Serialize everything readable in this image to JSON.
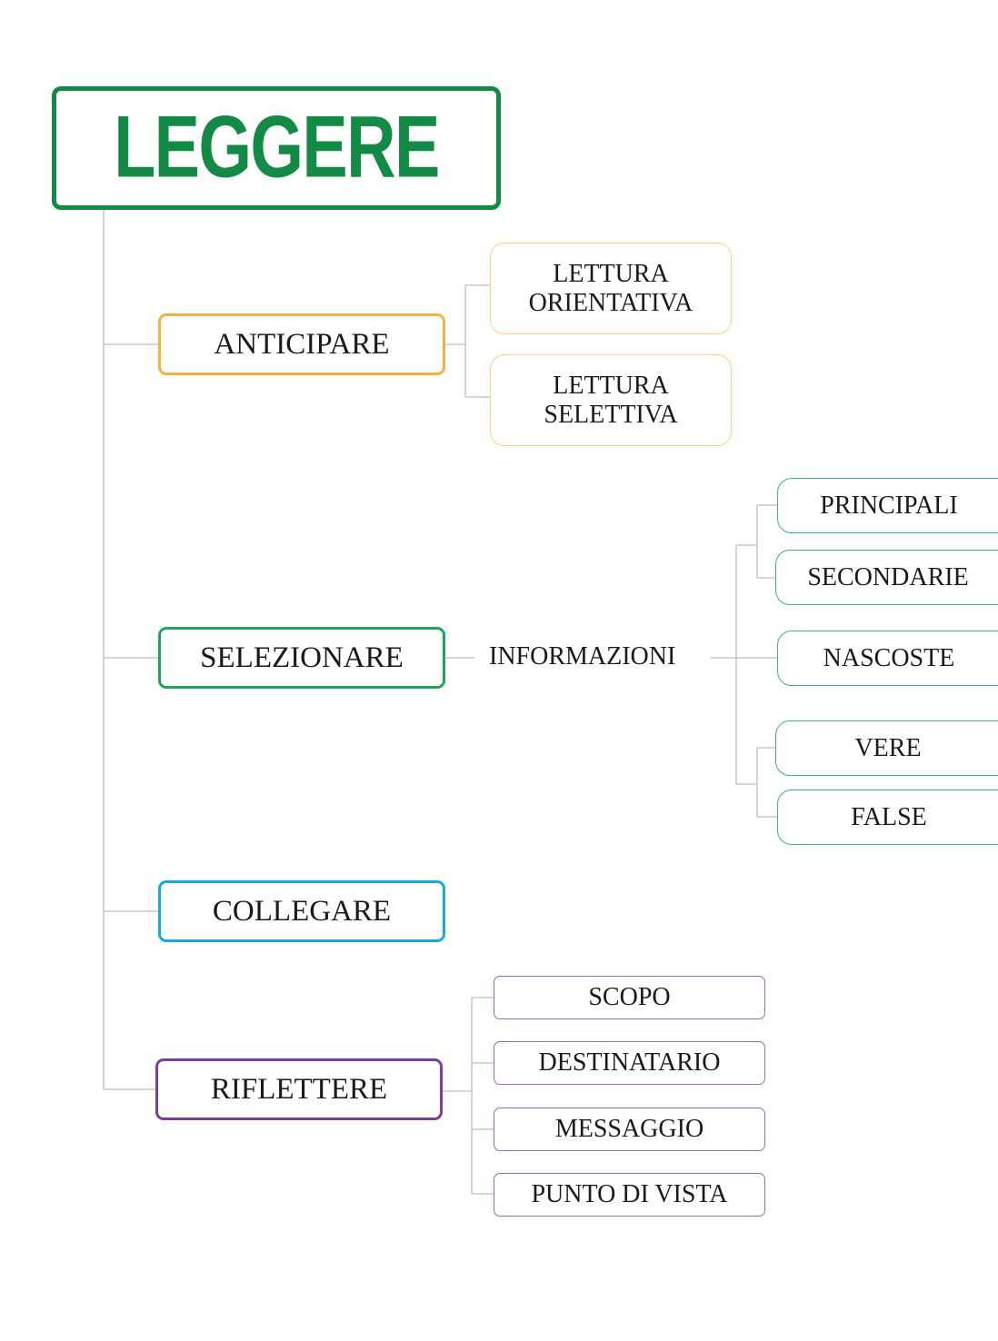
{
  "title": "LEGGERE",
  "colors": {
    "title": "#138a45",
    "anticipare": "#f5b041",
    "selezionare": "#1fa45a",
    "collegare": "#1aa8e0",
    "riflettere": "#7b3f9a",
    "lines": "#bdbdbd"
  },
  "anticipare": {
    "label": "ANTICIPARE",
    "children": [
      "LETTURA ORIENTATIVA",
      "LETTURA SELETTIVA"
    ]
  },
  "selezionare": {
    "label": "SELEZIONARE",
    "middle": "INFORMAZIONI",
    "children": [
      "PRINCIPALI",
      "SECONDARIE",
      "NASCOSTE",
      "VERE",
      "FALSE"
    ]
  },
  "collegare": {
    "label": "COLLEGARE"
  },
  "riflettere": {
    "label": "RIFLETTERE",
    "children": [
      "SCOPO",
      "DESTINATARIO",
      "MESSAGGIO",
      "PUNTO DI VISTA"
    ]
  }
}
